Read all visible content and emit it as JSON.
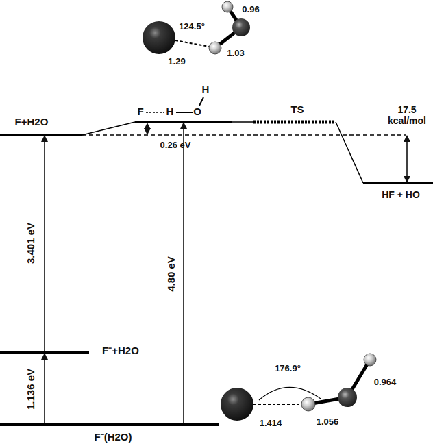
{
  "diagram": {
    "labels": [
      "F+H2O",
      "F",
      "H",
      "O",
      "H",
      "TS",
      "17.5 kcal/mol",
      "HF + HO",
      "0.26 eV",
      "3.401 eV",
      "4.80 eV",
      "F⁻+H2O",
      "1.136 eV",
      "F⁻(H2O)",
      "124.5°",
      "0.96",
      "1.29",
      "1.03",
      "176.9°",
      "0.964",
      "1.414",
      "1.056"
    ]
  }
}
